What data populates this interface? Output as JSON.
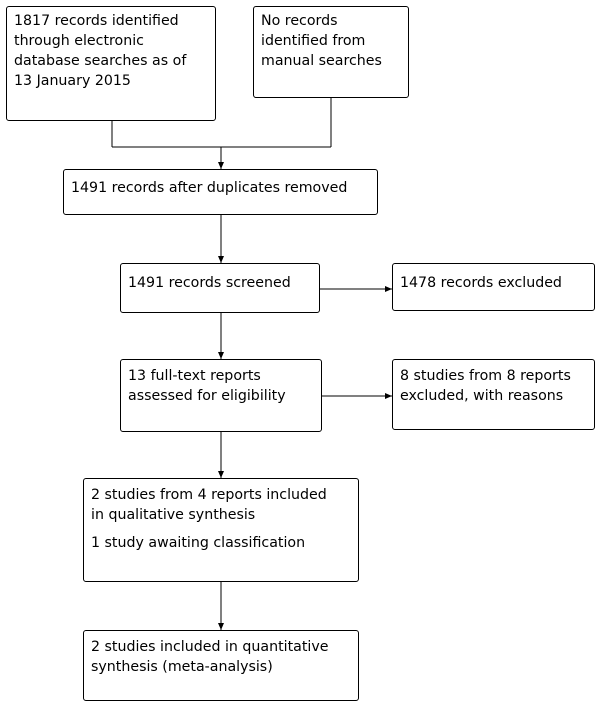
{
  "diagram": {
    "boxes": {
      "identified_database": {
        "lines": [
          "1817 records identified",
          "through electronic",
          "database searches as of",
          "13 January 2015"
        ]
      },
      "identified_manual": {
        "lines": [
          "No records",
          "identified from",
          "manual searches"
        ]
      },
      "duplicates_removed": {
        "lines": [
          "1491 records after duplicates removed"
        ]
      },
      "screened": {
        "lines": [
          "1491 records screened"
        ]
      },
      "excluded": {
        "lines": [
          "1478 records excluded"
        ]
      },
      "fulltext_assessed": {
        "lines": [
          "13 full-text reports",
          "assessed for eligibility"
        ]
      },
      "fulltext_excluded": {
        "lines": [
          "8 studies from 8 reports",
          "excluded, with reasons"
        ]
      },
      "qualitative": {
        "lines": [
          "2 studies from 4 reports included",
          "in qualitative synthesis"
        ],
        "extra": "1 study awaiting classification"
      },
      "quantitative": {
        "lines": [
          "2 studies included in quantitative",
          "synthesis (meta-analysis)"
        ]
      }
    }
  }
}
